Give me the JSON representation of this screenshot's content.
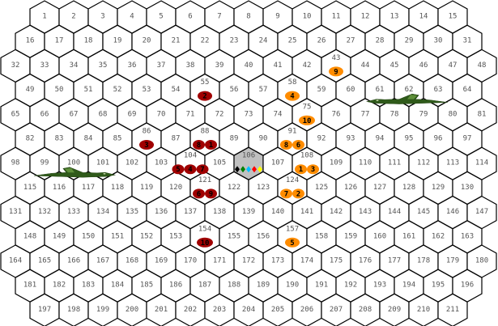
{
  "board": {
    "rows": [
      {
        "first": 1,
        "last": 15
      },
      {
        "first": 16,
        "last": 31
      },
      {
        "first": 32,
        "last": 48
      },
      {
        "first": 49,
        "last": 64
      },
      {
        "first": 65,
        "last": 81
      },
      {
        "first": 82,
        "last": 97
      },
      {
        "first": 98,
        "last": 114
      },
      {
        "first": 115,
        "last": 130
      },
      {
        "first": 131,
        "last": 147
      },
      {
        "first": 148,
        "last": 163
      },
      {
        "first": 164,
        "last": 180
      },
      {
        "first": 181,
        "last": 196
      },
      {
        "first": 197,
        "last": 211
      }
    ],
    "highlight_hex": 106,
    "colors": {
      "hex_fill": "#ffffff",
      "highlight_fill": "#c0c0c0",
      "grid": "#000000",
      "number": "#555555"
    }
  },
  "center_markers": [
    {
      "name": "black-marker",
      "color": "#000000"
    },
    {
      "name": "green-marker",
      "color": "#008000"
    },
    {
      "name": "cyan-marker",
      "color": "#00bfff"
    },
    {
      "name": "red-marker",
      "color": "#ff0000"
    },
    {
      "name": "yellow-marker",
      "color": "#ffff00"
    }
  ],
  "red_units": {
    "color": "#a00000",
    "units": [
      {
        "label": "2",
        "hex": 55
      },
      {
        "label": "3",
        "hex": 86
      },
      {
        "label": "8",
        "hex": 88
      },
      {
        "label": "1",
        "hex": 88
      },
      {
        "label": "5",
        "hex": 104
      },
      {
        "label": "4",
        "hex": 104
      },
      {
        "label": "7",
        "hex": 104
      },
      {
        "label": "6",
        "hex": 121
      },
      {
        "label": "9",
        "hex": 121
      },
      {
        "label": "10",
        "hex": 154
      }
    ]
  },
  "orange_units": {
    "color": "#ff8c00",
    "units": [
      {
        "label": "9",
        "hex": 43
      },
      {
        "label": "4",
        "hex": 58
      },
      {
        "label": "10",
        "hex": 75
      },
      {
        "label": "8",
        "hex": 91
      },
      {
        "label": "6",
        "hex": 91
      },
      {
        "label": "1",
        "hex": 108
      },
      {
        "label": "3",
        "hex": 108
      },
      {
        "label": "7",
        "hex": 124
      },
      {
        "label": "2",
        "hex": 124
      },
      {
        "label": "5",
        "hex": 157
      }
    ]
  },
  "aircraft": [
    {
      "name": "green-aircraft-east",
      "hex": 62,
      "facing": "left",
      "color": "#2f5a1a"
    },
    {
      "name": "green-aircraft-west",
      "hex": 100,
      "facing": "right",
      "color": "#2f5a1a"
    }
  ]
}
